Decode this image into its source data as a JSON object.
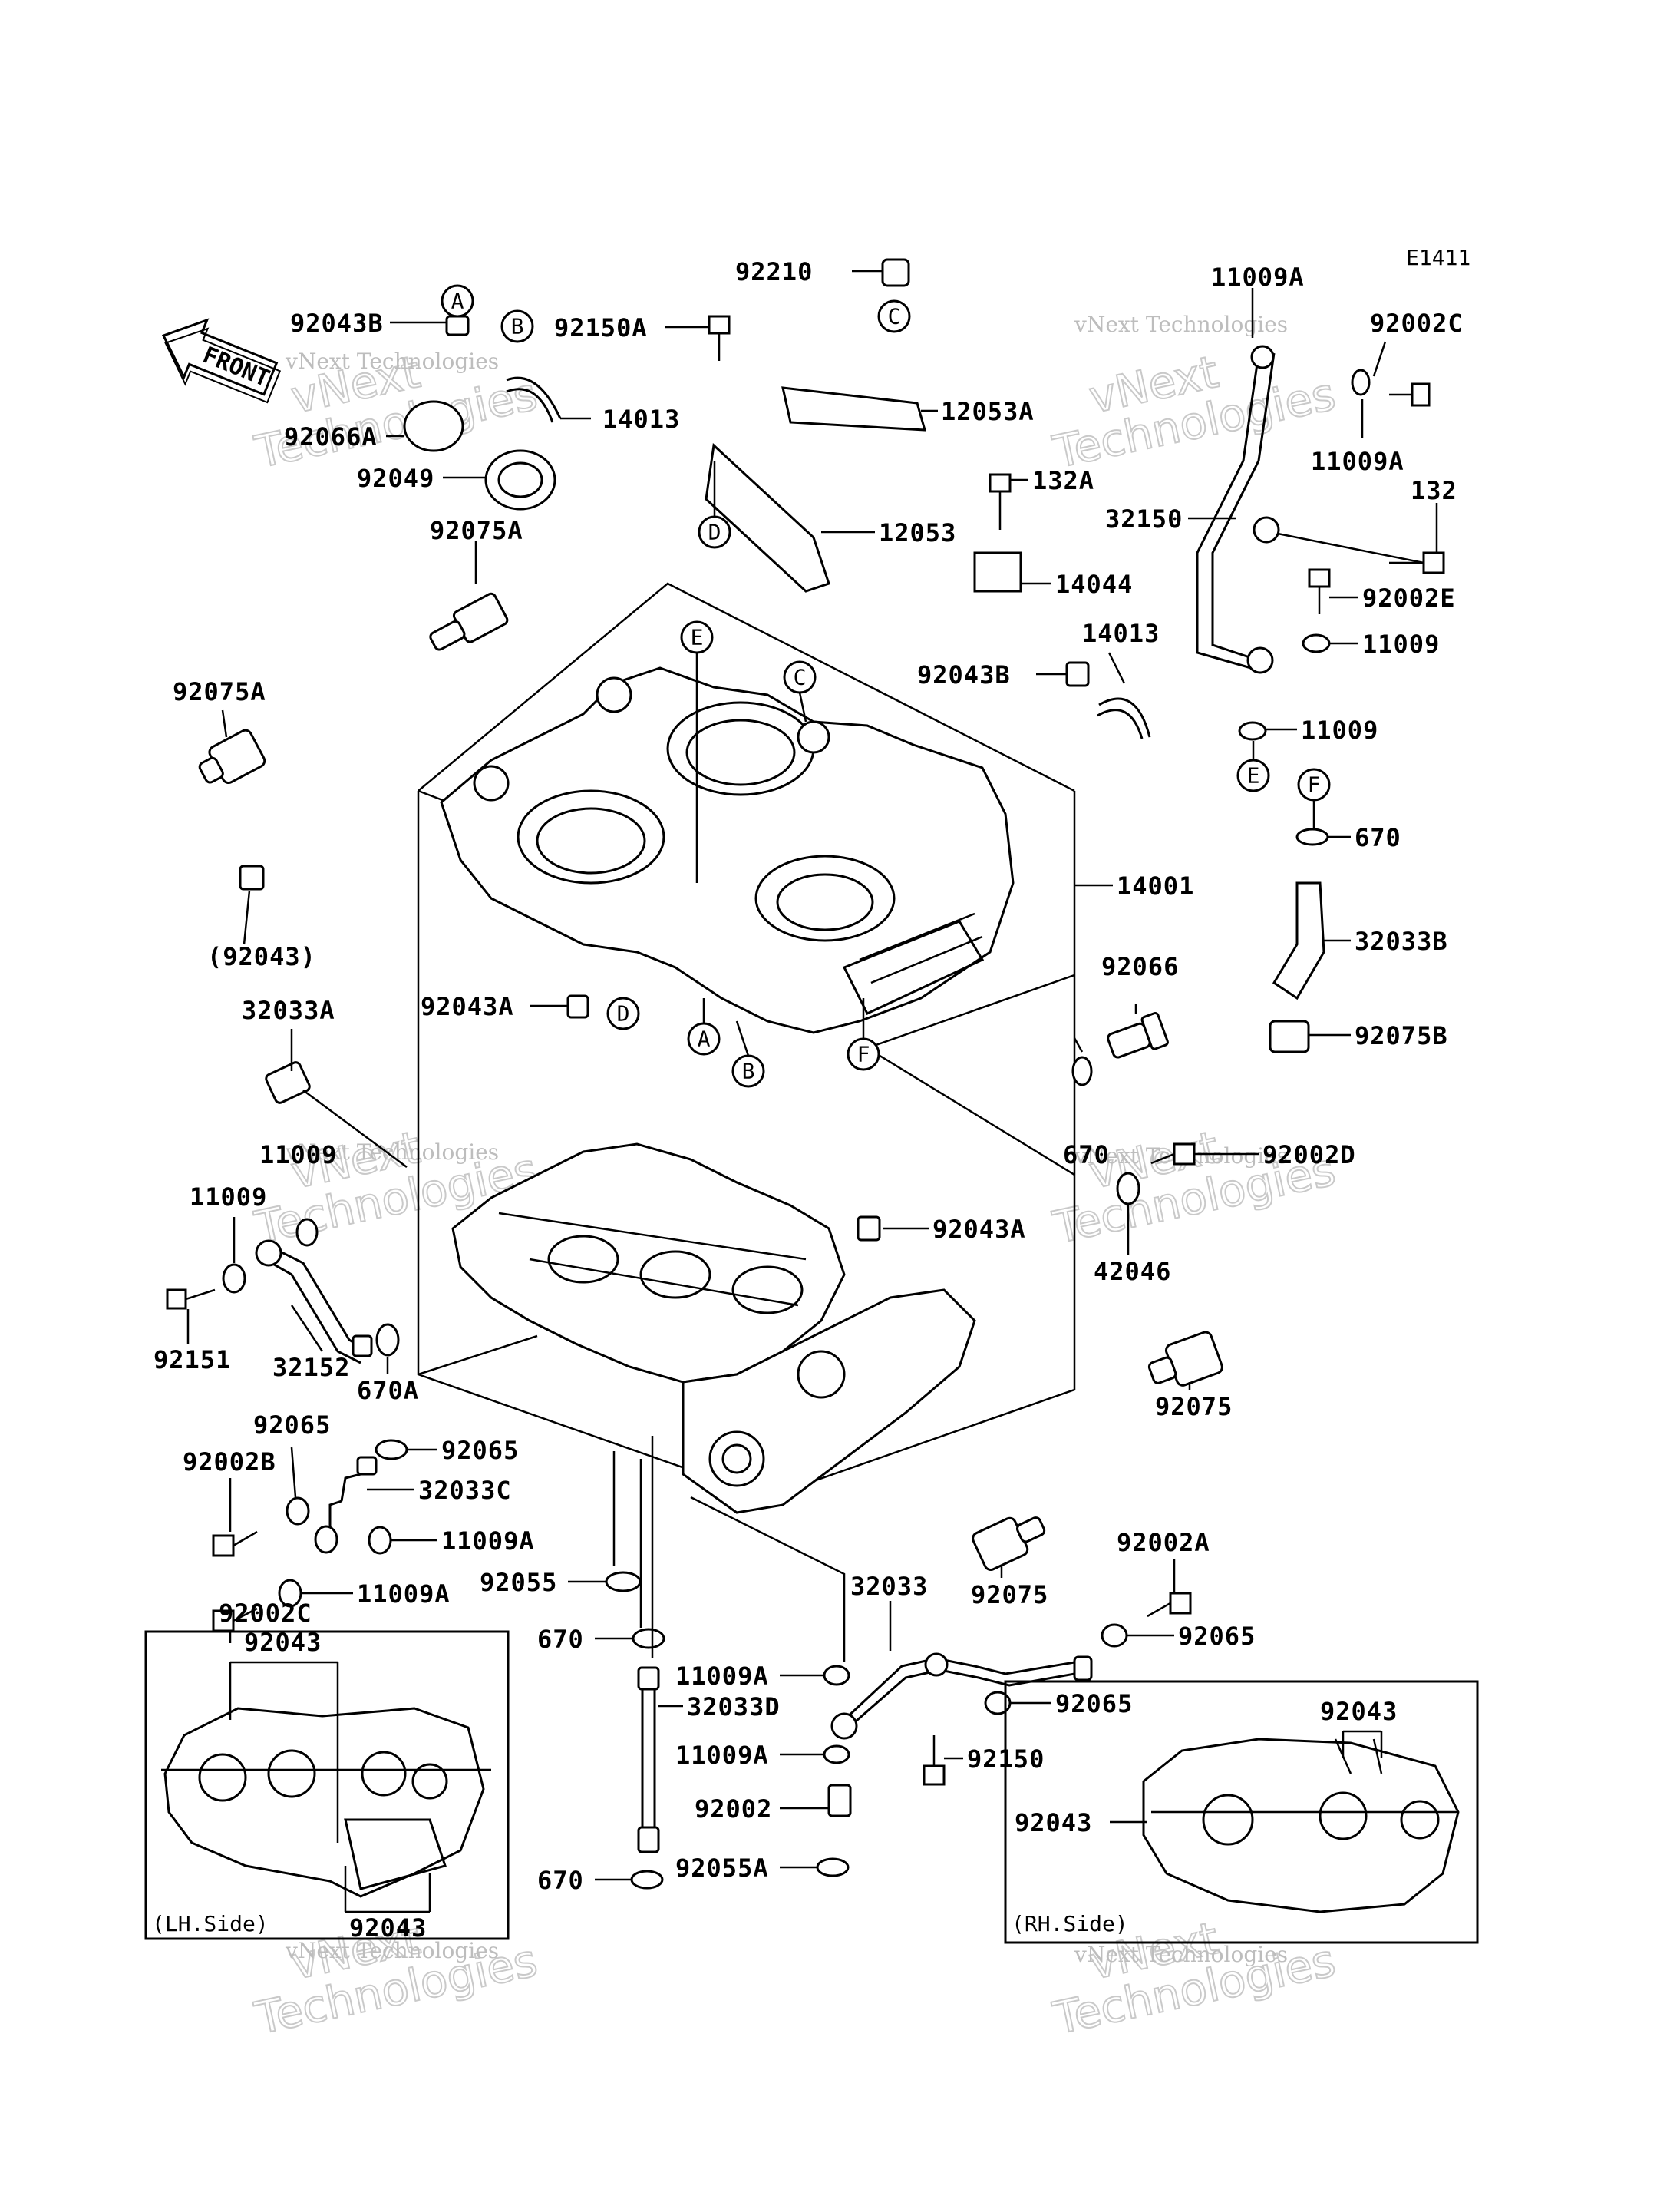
{
  "diagram_code": "E1411",
  "front_arrow": "FRONT",
  "watermark": {
    "line1": "vNext",
    "line2": "Technologies",
    "caption": "vNext Technologies"
  },
  "insets": {
    "left": "(LH.Side)",
    "right": "(RH.Side)"
  },
  "callouts": {
    "a1": "A",
    "b1": "B",
    "c1": "C",
    "d1": "D",
    "e1": "E",
    "c2": "C",
    "a2": "A",
    "b2": "B",
    "f2": "F",
    "d2": "D",
    "e2": "E",
    "f1": "F"
  },
  "parts": {
    "p92210": "92210",
    "p92150A": "92150A",
    "p11009A_top": "11009A",
    "p92002C_top": "92002C",
    "p92043B_top": "92043B",
    "p14013_top": "14013",
    "p92066A": "92066A",
    "p92049": "92049",
    "p12053A": "12053A",
    "p11009A_r": "11009A",
    "p132A": "132A",
    "p132": "132",
    "p12053": "12053",
    "p32150": "32150",
    "p92075A_1": "92075A",
    "p14044": "14044",
    "p92002E": "92002E",
    "p14013_mid": "14013",
    "p11009_r1": "11009",
    "p92043B_mid": "92043B",
    "p92075A_2": "92075A",
    "p11009_r2": "11009",
    "p670_top": "670",
    "p14001": "14001",
    "p32033B": "32033B",
    "p92043_paren": "(92043)",
    "p92066": "92066",
    "p32033A": "32033A",
    "p92043A_1": "92043A",
    "p92075B": "92075B",
    "p11009_l1": "11009",
    "p670_mid": "670",
    "p92002D": "92002D",
    "p11009_l2": "11009",
    "p92043A_2": "92043A",
    "p42046": "42046",
    "p92151": "92151",
    "p32152": "32152",
    "p670A": "670A",
    "p92075_1": "92075",
    "p92065_l1": "92065",
    "p92065_l2": "92065",
    "p92002B": "92002B",
    "p32033C": "32033C",
    "p11009A_l1": "11009A",
    "p92002A": "92002A",
    "p92075_2": "92075",
    "p11009A_l2": "11009A",
    "p92055": "92055",
    "p32033": "32033",
    "p92002C_bot": "92002C",
    "p92065_r1": "92065",
    "p670_b1": "670",
    "p11009A_b1": "11009A",
    "p92043_lh1": "92043",
    "p92065_r2": "92065",
    "p32033D": "32033D",
    "p92043_rh1": "92043",
    "p11009A_b2": "11009A",
    "p92150": "92150",
    "p92002": "92002",
    "p92043_rh2": "92043",
    "p670_b2": "670",
    "p92055A": "92055A",
    "p92043_lh2": "92043"
  }
}
